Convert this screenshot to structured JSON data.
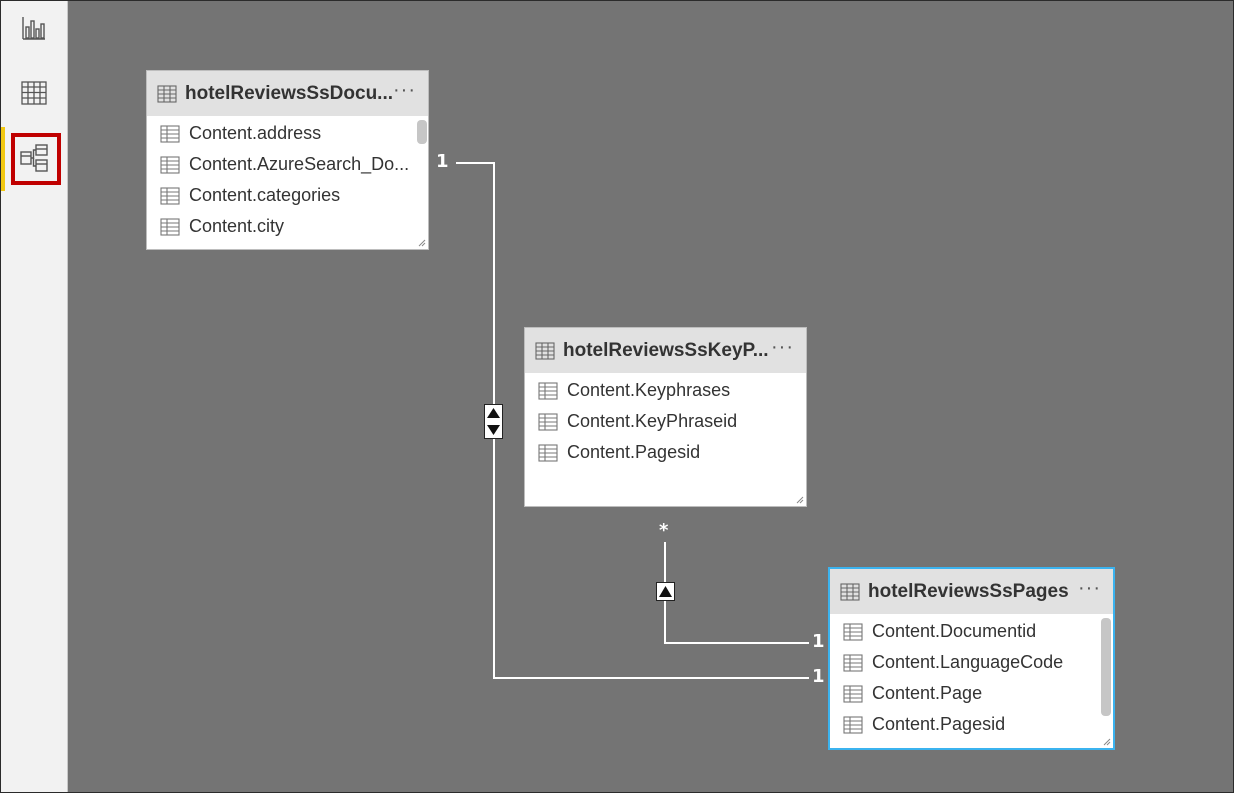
{
  "sidebar": {
    "items": [
      {
        "name": "report-view",
        "icon": "bar-chart-icon",
        "selected": false
      },
      {
        "name": "data-view",
        "icon": "table-grid-icon",
        "selected": false
      },
      {
        "name": "model-view",
        "icon": "model-diagram-icon",
        "selected": true
      }
    ]
  },
  "tables": {
    "documents": {
      "title": "hotelReviewsSsDocu...",
      "fields": [
        "Content.address",
        "Content.AzureSearch_Do...",
        "Content.categories",
        "Content.city"
      ]
    },
    "keyphrases": {
      "title": "hotelReviewsSsKeyP...",
      "fields": [
        "Content.Keyphrases",
        "Content.KeyPhraseid",
        "Content.Pagesid"
      ]
    },
    "pages": {
      "title": "hotelReviewsSsPages",
      "fields": [
        "Content.Documentid",
        "Content.LanguageCode",
        "Content.Page",
        "Content.Pagesid"
      ]
    }
  },
  "relationships": {
    "docs_one": "1",
    "pages_one_top": "1",
    "pages_one_bottom": "1",
    "keyphrases_many": "*"
  },
  "more_label": "···",
  "colors": {
    "canvas": "#747474",
    "selected_table_border": "#3bb3ef",
    "nav_highlight_border": "#c00000",
    "nav_selected_bar": "#f2c811"
  }
}
